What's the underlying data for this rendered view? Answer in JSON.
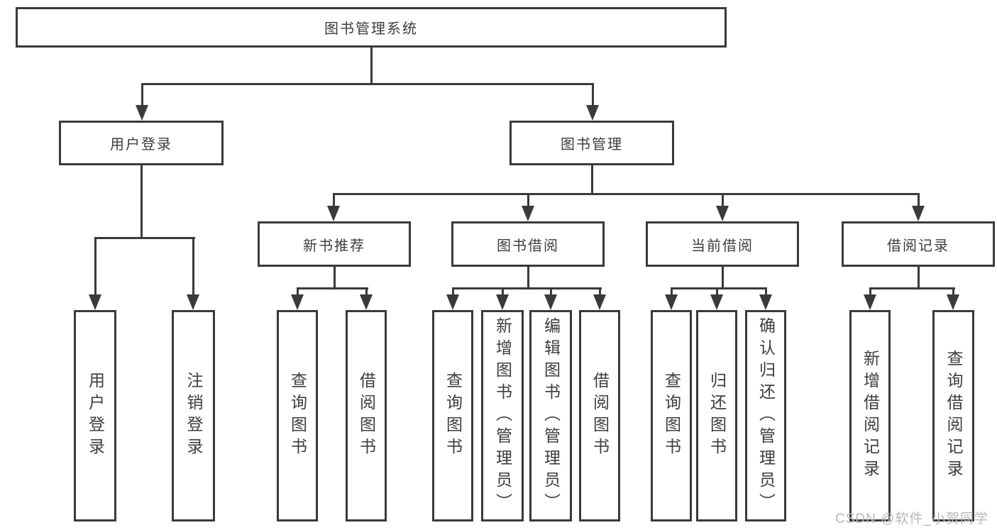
{
  "root": {
    "label": "图书管理系统"
  },
  "level2": {
    "user_login": {
      "label": "用户登录"
    },
    "book_mgmt": {
      "label": "图书管理"
    }
  },
  "level3": {
    "new_books": {
      "label": "新书推荐"
    },
    "borrow": {
      "label": "图书借阅"
    },
    "current": {
      "label": "当前借阅"
    },
    "records": {
      "label": "借阅记录"
    }
  },
  "leaves": {
    "login": [
      "用户登录",
      "注销登录"
    ],
    "new_books": [
      "查询图书",
      "借阅图书"
    ],
    "borrow": [
      "查询图书",
      "新增图书（管理员）",
      "编辑图书（管理员）",
      "借阅图书"
    ],
    "current": [
      "查询图书",
      "归还图书",
      "确认归还（管理员）"
    ],
    "records": [
      "新增借阅记录",
      "查询借阅记录"
    ]
  },
  "watermark": "CSDN @软件_小贺同学",
  "colors": {
    "line": "#3a3a3a",
    "text": "#3d3d3d",
    "watermark": "#b4bac0",
    "background": "#ffffff"
  }
}
